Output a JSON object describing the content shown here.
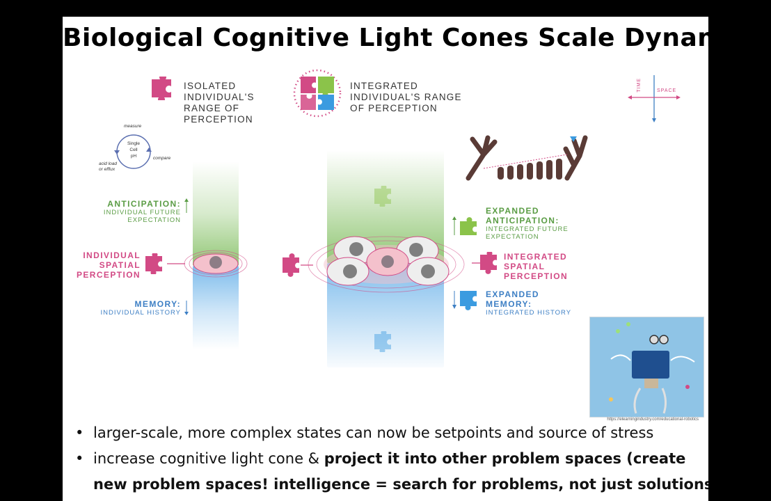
{
  "title": "Biological Cognitive Light Cones Scale Dynamically",
  "legend": {
    "isolated": [
      "ISOLATED",
      "INDIVIDUAL'S",
      "RANGE OF",
      "PERCEPTION"
    ],
    "integrated": [
      "INTEGRATED",
      "INDIVIDUAL'S RANGE",
      "OF PERCEPTION"
    ],
    "axes": {
      "time": "TIME",
      "space": "SPACE"
    }
  },
  "cycle": {
    "center": [
      "Single",
      "Cell",
      "pH"
    ],
    "measure": "measure",
    "compare": "compare",
    "act": [
      "acid load",
      "or efflux"
    ]
  },
  "left_labels": {
    "anticipation_head": "ANTICIPATION:",
    "anticipation_sub": [
      "INDIVIDUAL FUTURE",
      "EXPECTATION"
    ],
    "spatial": [
      "INDIVIDUAL",
      "SPATIAL",
      "PERCEPTION"
    ],
    "memory_head": "MEMORY:",
    "memory_sub": "INDIVIDUAL HISTORY"
  },
  "right_labels": {
    "exp_anticipation_head": [
      "EXPANDED",
      "ANTICIPATION:"
    ],
    "exp_anticipation_sub": [
      "INTEGRATED FUTURE",
      "EXPECTATION"
    ],
    "spatial": [
      "INTEGRATED",
      "SPATIAL",
      "PERCEPTION"
    ],
    "exp_memory_head": [
      "EXPANDED",
      "MEMORY:"
    ],
    "exp_memory_sub": "INTEGRATED HISTORY"
  },
  "photo_credit": "https://elearningindustry.com/educational-robotics",
  "bullets": [
    {
      "plain": "larger-scale, more complex states can now be setpoints and source of stress"
    },
    {
      "plain": "increase cognitive light cone & ",
      "bold_1": "project it into other problem spaces (create",
      "bold_2": "new problem spaces! intelligence = search for problems, not just solutions)"
    }
  ],
  "colors": {
    "green": "#5a9c44",
    "pink": "#d24a85",
    "blue": "#3d7fc4",
    "puzzle_green": "#8bc34a",
    "puzzle_blue": "#3b9be0"
  }
}
